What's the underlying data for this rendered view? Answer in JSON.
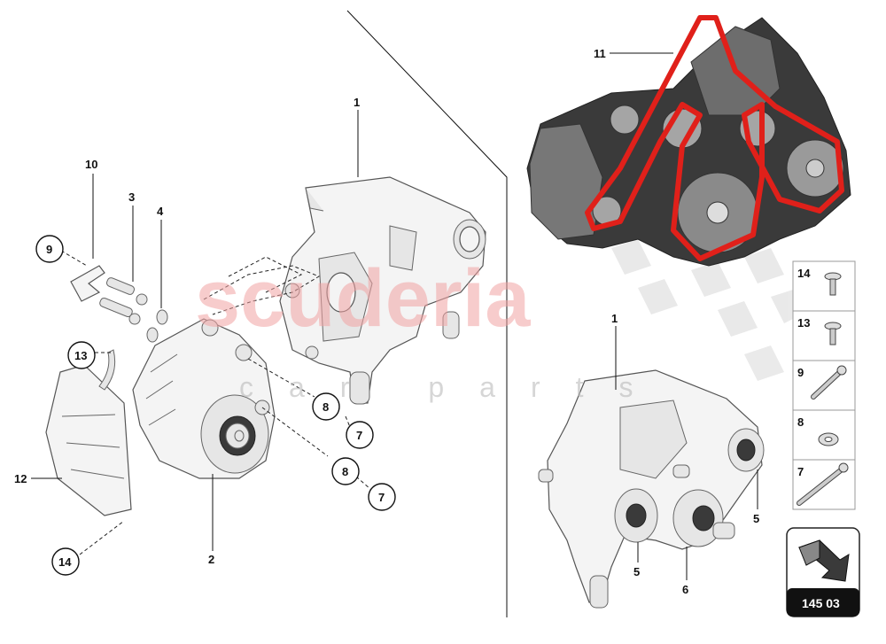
{
  "watermark": {
    "main": "scuderia",
    "sub": "car parts"
  },
  "callouts": {
    "c1a": "1",
    "c1b": "1",
    "c2": "2",
    "c3": "3",
    "c4": "4",
    "c5a": "5",
    "c5b": "5",
    "c6": "6",
    "c10": "10",
    "c11": "11",
    "c12": "12"
  },
  "bubbles": {
    "b9": "9",
    "b13": "13",
    "b14": "14",
    "b8a": "8",
    "b7a": "7",
    "b8b": "8",
    "b7b": "7"
  },
  "legend": [
    {
      "num": "14",
      "icon": "screw-flanged-icon"
    },
    {
      "num": "13",
      "icon": "screw-flanged-icon"
    },
    {
      "num": "9",
      "icon": "bolt-icon"
    },
    {
      "num": "8",
      "icon": "washer-icon"
    },
    {
      "num": "7",
      "icon": "long-bolt-icon"
    }
  ],
  "reference": {
    "code": "145 03"
  },
  "colors": {
    "belt": "#e0201a",
    "watermark": "#f2a3a3"
  }
}
